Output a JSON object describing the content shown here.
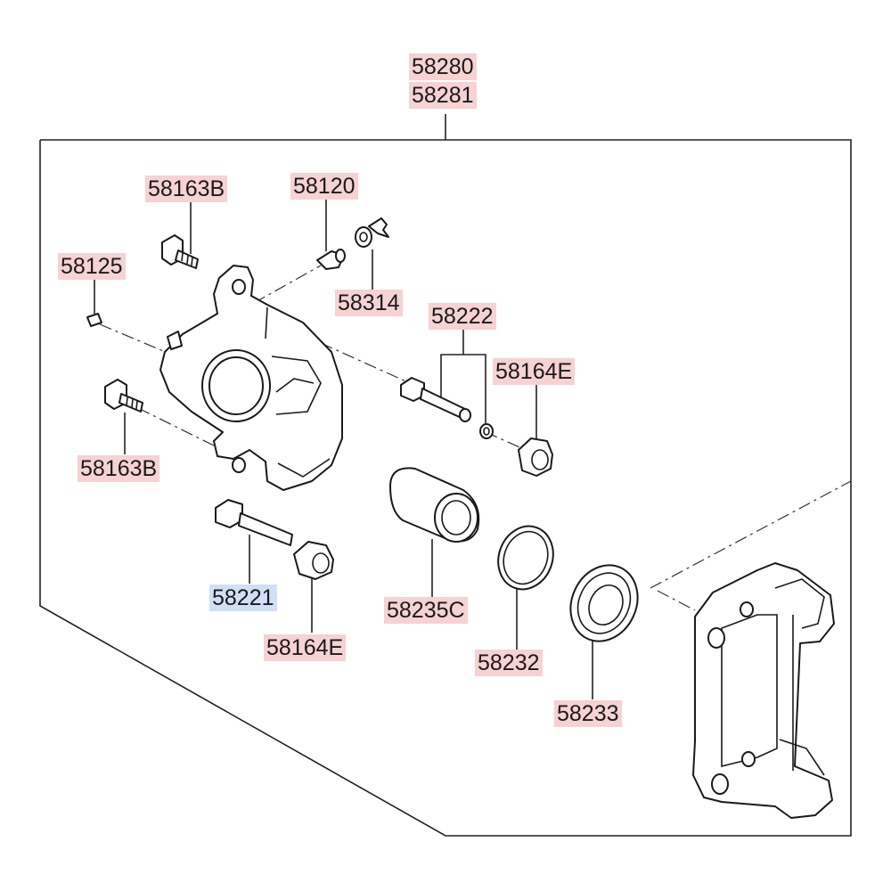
{
  "assembly": {
    "numbers": [
      "58280",
      "58281"
    ]
  },
  "labels": {
    "bolt_top": "58163B",
    "bleeder": "58120",
    "cap_small": "58125",
    "bleeder_cap": "58314",
    "guide_pin_kit": "58222",
    "boot_right": "58164E",
    "bolt_bottom": "58163B",
    "guide_pin": "58221",
    "boot_lower": "58164E",
    "piston": "58235C",
    "piston_seal": "58232",
    "dust_boot": "58233"
  },
  "colors": {
    "label_bg": "#f6d2d2",
    "selected_bg": "#cfe0f6",
    "line": "#222222"
  }
}
